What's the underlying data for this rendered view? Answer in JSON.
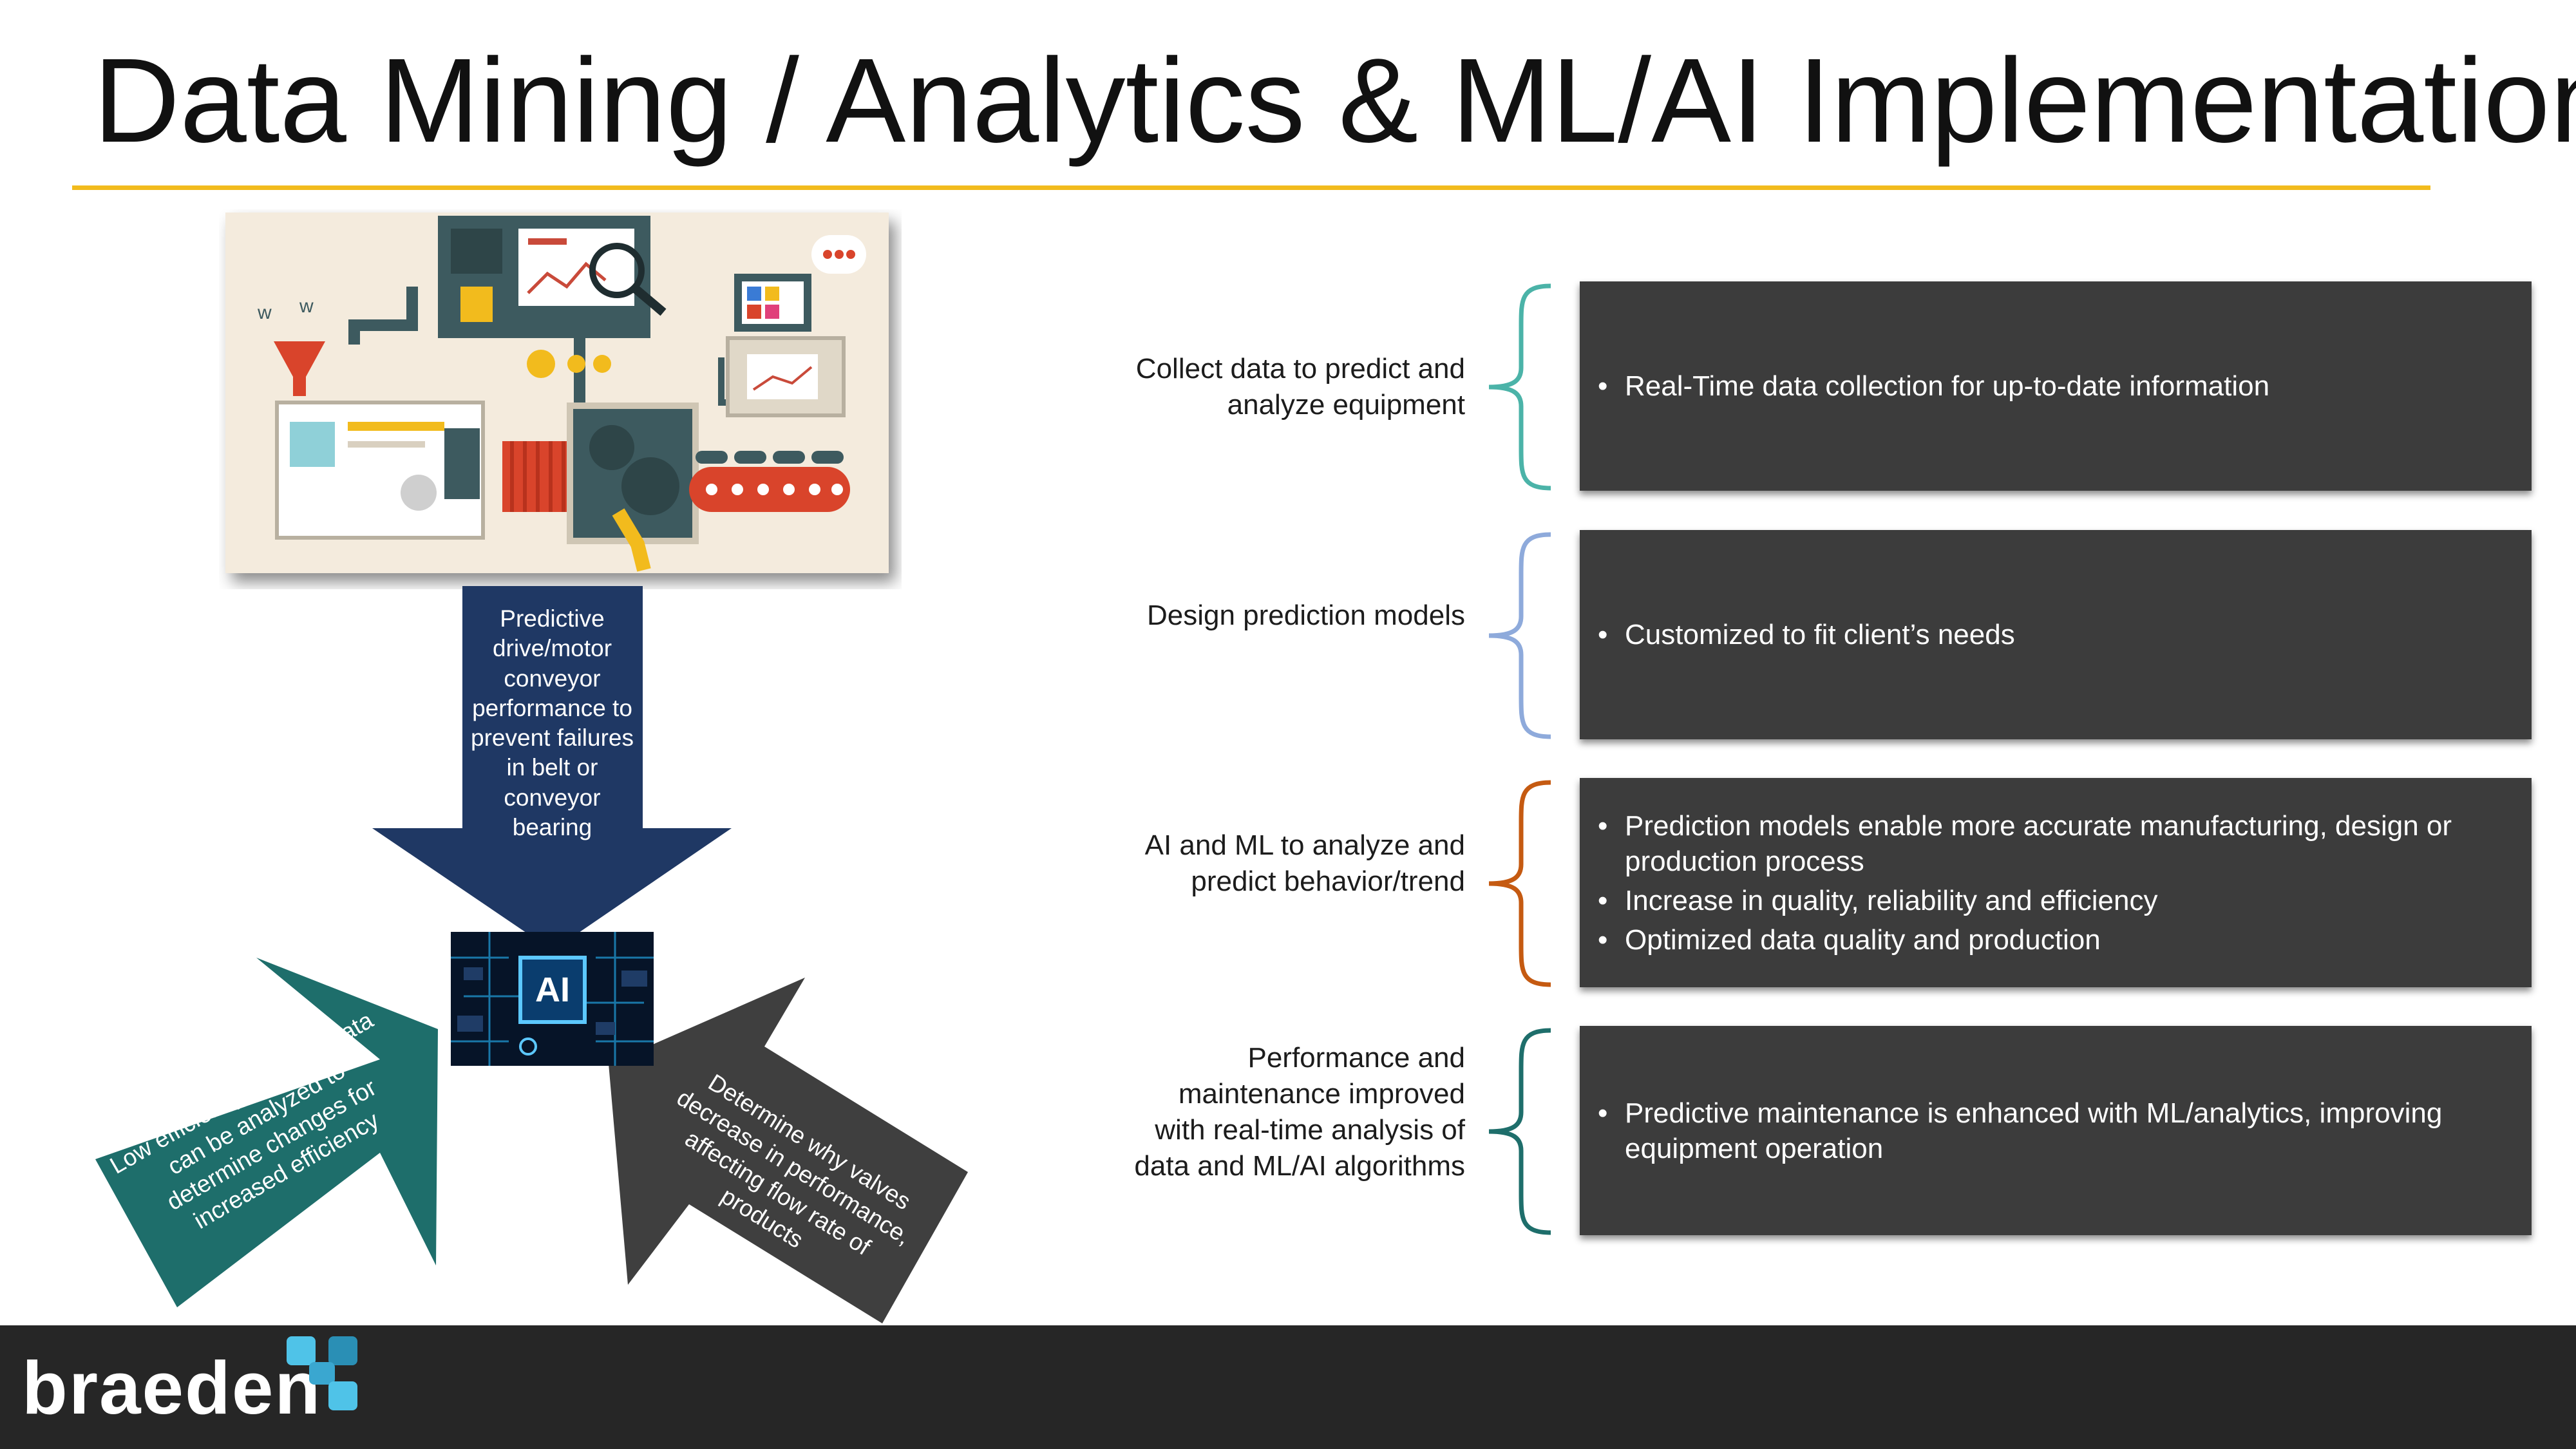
{
  "title": "Data Mining / Analytics & ML/AI Implementations",
  "colors": {
    "accent": "#f2bb1d",
    "dark_box": "#3c3c3c",
    "navy_arrow": "#1f3864",
    "teal_arrow": "#1e6e6b",
    "grey_arrow": "#3f3f3f",
    "brace_1": "#4bb3a8",
    "brace_2": "#8eaadb",
    "brace_3": "#c55a11",
    "brace_4": "#1e6e6b",
    "footer": "#262626"
  },
  "illustration": {
    "icon": "factory-machine-illustration"
  },
  "arrows": {
    "down": "Predictive drive/motor conveyor performance to prevent failures in belt or conveyor bearing",
    "left": "Low efficiency machine data can be analyzed to determine changes for increased efficiency",
    "right": "Determine why valves decrease in performance, affecting flow rate of products"
  },
  "center_badge": {
    "label": "AI",
    "icon": "ai-chip-icon"
  },
  "rows": [
    {
      "label": "Collect data to predict and analyze equipment",
      "bullets": [
        "Real-Time data collection for up-to-date information"
      ]
    },
    {
      "label": "Design prediction models",
      "bullets": [
        "Customized to fit client’s needs"
      ]
    },
    {
      "label": "AI and ML to analyze and predict behavior/trend",
      "bullets": [
        "Prediction models enable more accurate manufacturing, design or production process",
        "Increase in quality, reliability and efficiency",
        "Optimized data quality and production"
      ]
    },
    {
      "label": "Performance and maintenance improved with real-time analysis of data and ML/AI algorithms",
      "bullets": [
        "Predictive maintenance is enhanced with ML/analytics, improving equipment operation"
      ]
    }
  ],
  "footer": {
    "logo": "braeden"
  }
}
